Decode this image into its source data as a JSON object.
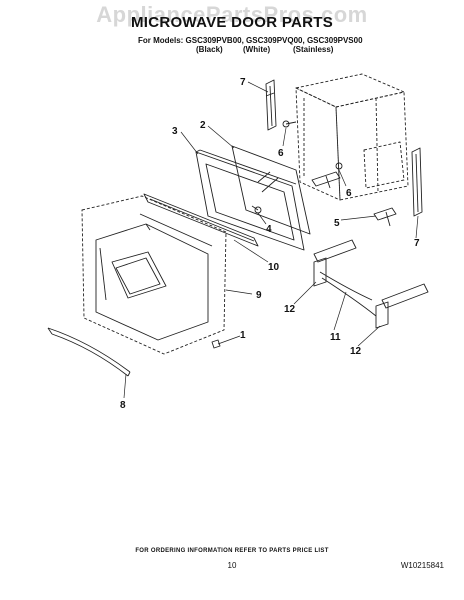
{
  "watermark": "AppliancePartsPros.com",
  "title": "MICROWAVE DOOR PARTS",
  "models_line": "For Models: GSC309PVB00, GSC309PVQ00, GSC309PVS00",
  "model_colors": [
    "(Black)",
    "(White)",
    "(Stainless)"
  ],
  "callouts": [
    "7",
    "3",
    "2",
    "6",
    "6",
    "4",
    "5",
    "10",
    "9",
    "12",
    "7",
    "11",
    "12",
    "1",
    "8"
  ],
  "footer": {
    "ordering_note": "FOR ORDERING INFORMATION REFER TO PARTS PRICE LIST",
    "page_number": "10",
    "document_number": "W10215841"
  }
}
